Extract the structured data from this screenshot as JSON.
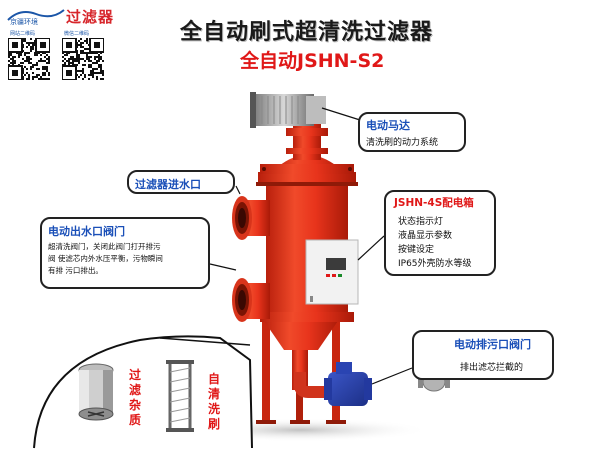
{
  "header": {
    "logo_text": "过滤器",
    "title": "全自动刷式超清洗过滤器",
    "subtitle": "全自动JSHN-S2",
    "logo_mark": "京疆环境",
    "qr_left_caption": "网站二维码",
    "qr_right_caption": "微信二维码"
  },
  "callouts": {
    "motor": {
      "title": "电动马达",
      "desc": "清洗刷的动力系统"
    },
    "inlet": {
      "title": "过滤器进水口"
    },
    "outlet_valve": {
      "title": "电动出水口阀门",
      "desc": "超清洗阀门，关闭此阀门打开排污阀 使滤芯内外水压平衡，污物瞬间有排 污口排出。"
    },
    "control_box": {
      "title": "JSHN-4S配电箱",
      "items": [
        "状态指示灯",
        "液晶显示参数",
        "按键设定",
        "IP65外壳防水等级"
      ]
    },
    "drain_valve": {
      "title": "电动排污口阀门",
      "desc": "排出滤芯拦截的"
    }
  },
  "components": {
    "filter_label": [
      "过",
      "滤",
      "杂",
      "质"
    ],
    "brush_label": [
      "自",
      "清",
      "洗",
      "刷"
    ]
  },
  "colors": {
    "body_red": "#e8341c",
    "title_blue": "#1a4fb8",
    "accent_red": "#e01818"
  }
}
